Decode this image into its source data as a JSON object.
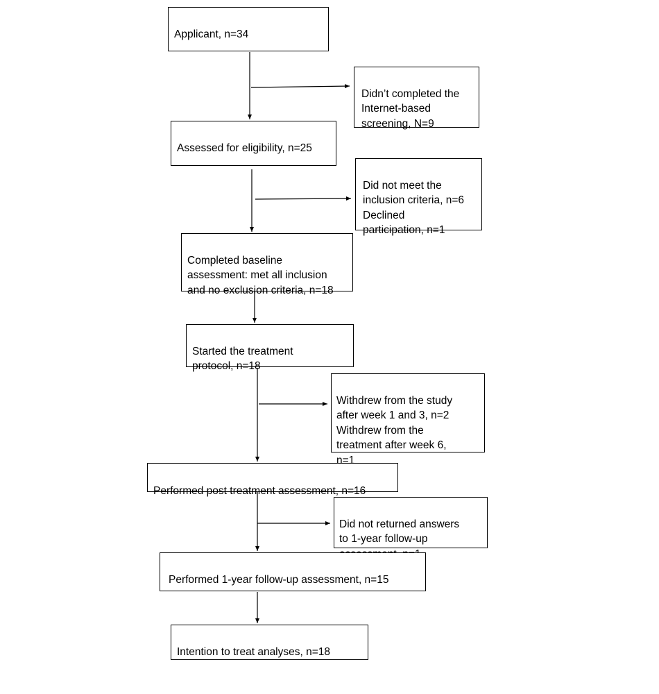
{
  "diagram": {
    "main": {
      "applicant": "Applicant, n=34",
      "assessed": "Assessed for eligibility, n=25",
      "baseline": "Completed baseline\nassessment: met all inclusion\nand no exclusion criteria, n=18",
      "started": "Started the treatment\nprotocol, n=18",
      "post": "Performed post treatment assessment, n=16",
      "followup": "Performed 1-year follow-up assessment, n=15",
      "itt": "Intention to treat analyses, n=18"
    },
    "side": {
      "screening": "Didn’t completed the\nInternet-based\nscreening, N=9",
      "inclusion": "Did not meet the\ninclusion criteria, n=6\nDeclined\nparticipation, n=1",
      "withdrew": "Withdrew from the study\nafter week 1 and 3, n=2\nWithdrew from the\ntreatment after week 6,\nn=1",
      "no_answer": "Did not returned answers\nto 1-year follow-up\nassessment, n=1"
    }
  }
}
